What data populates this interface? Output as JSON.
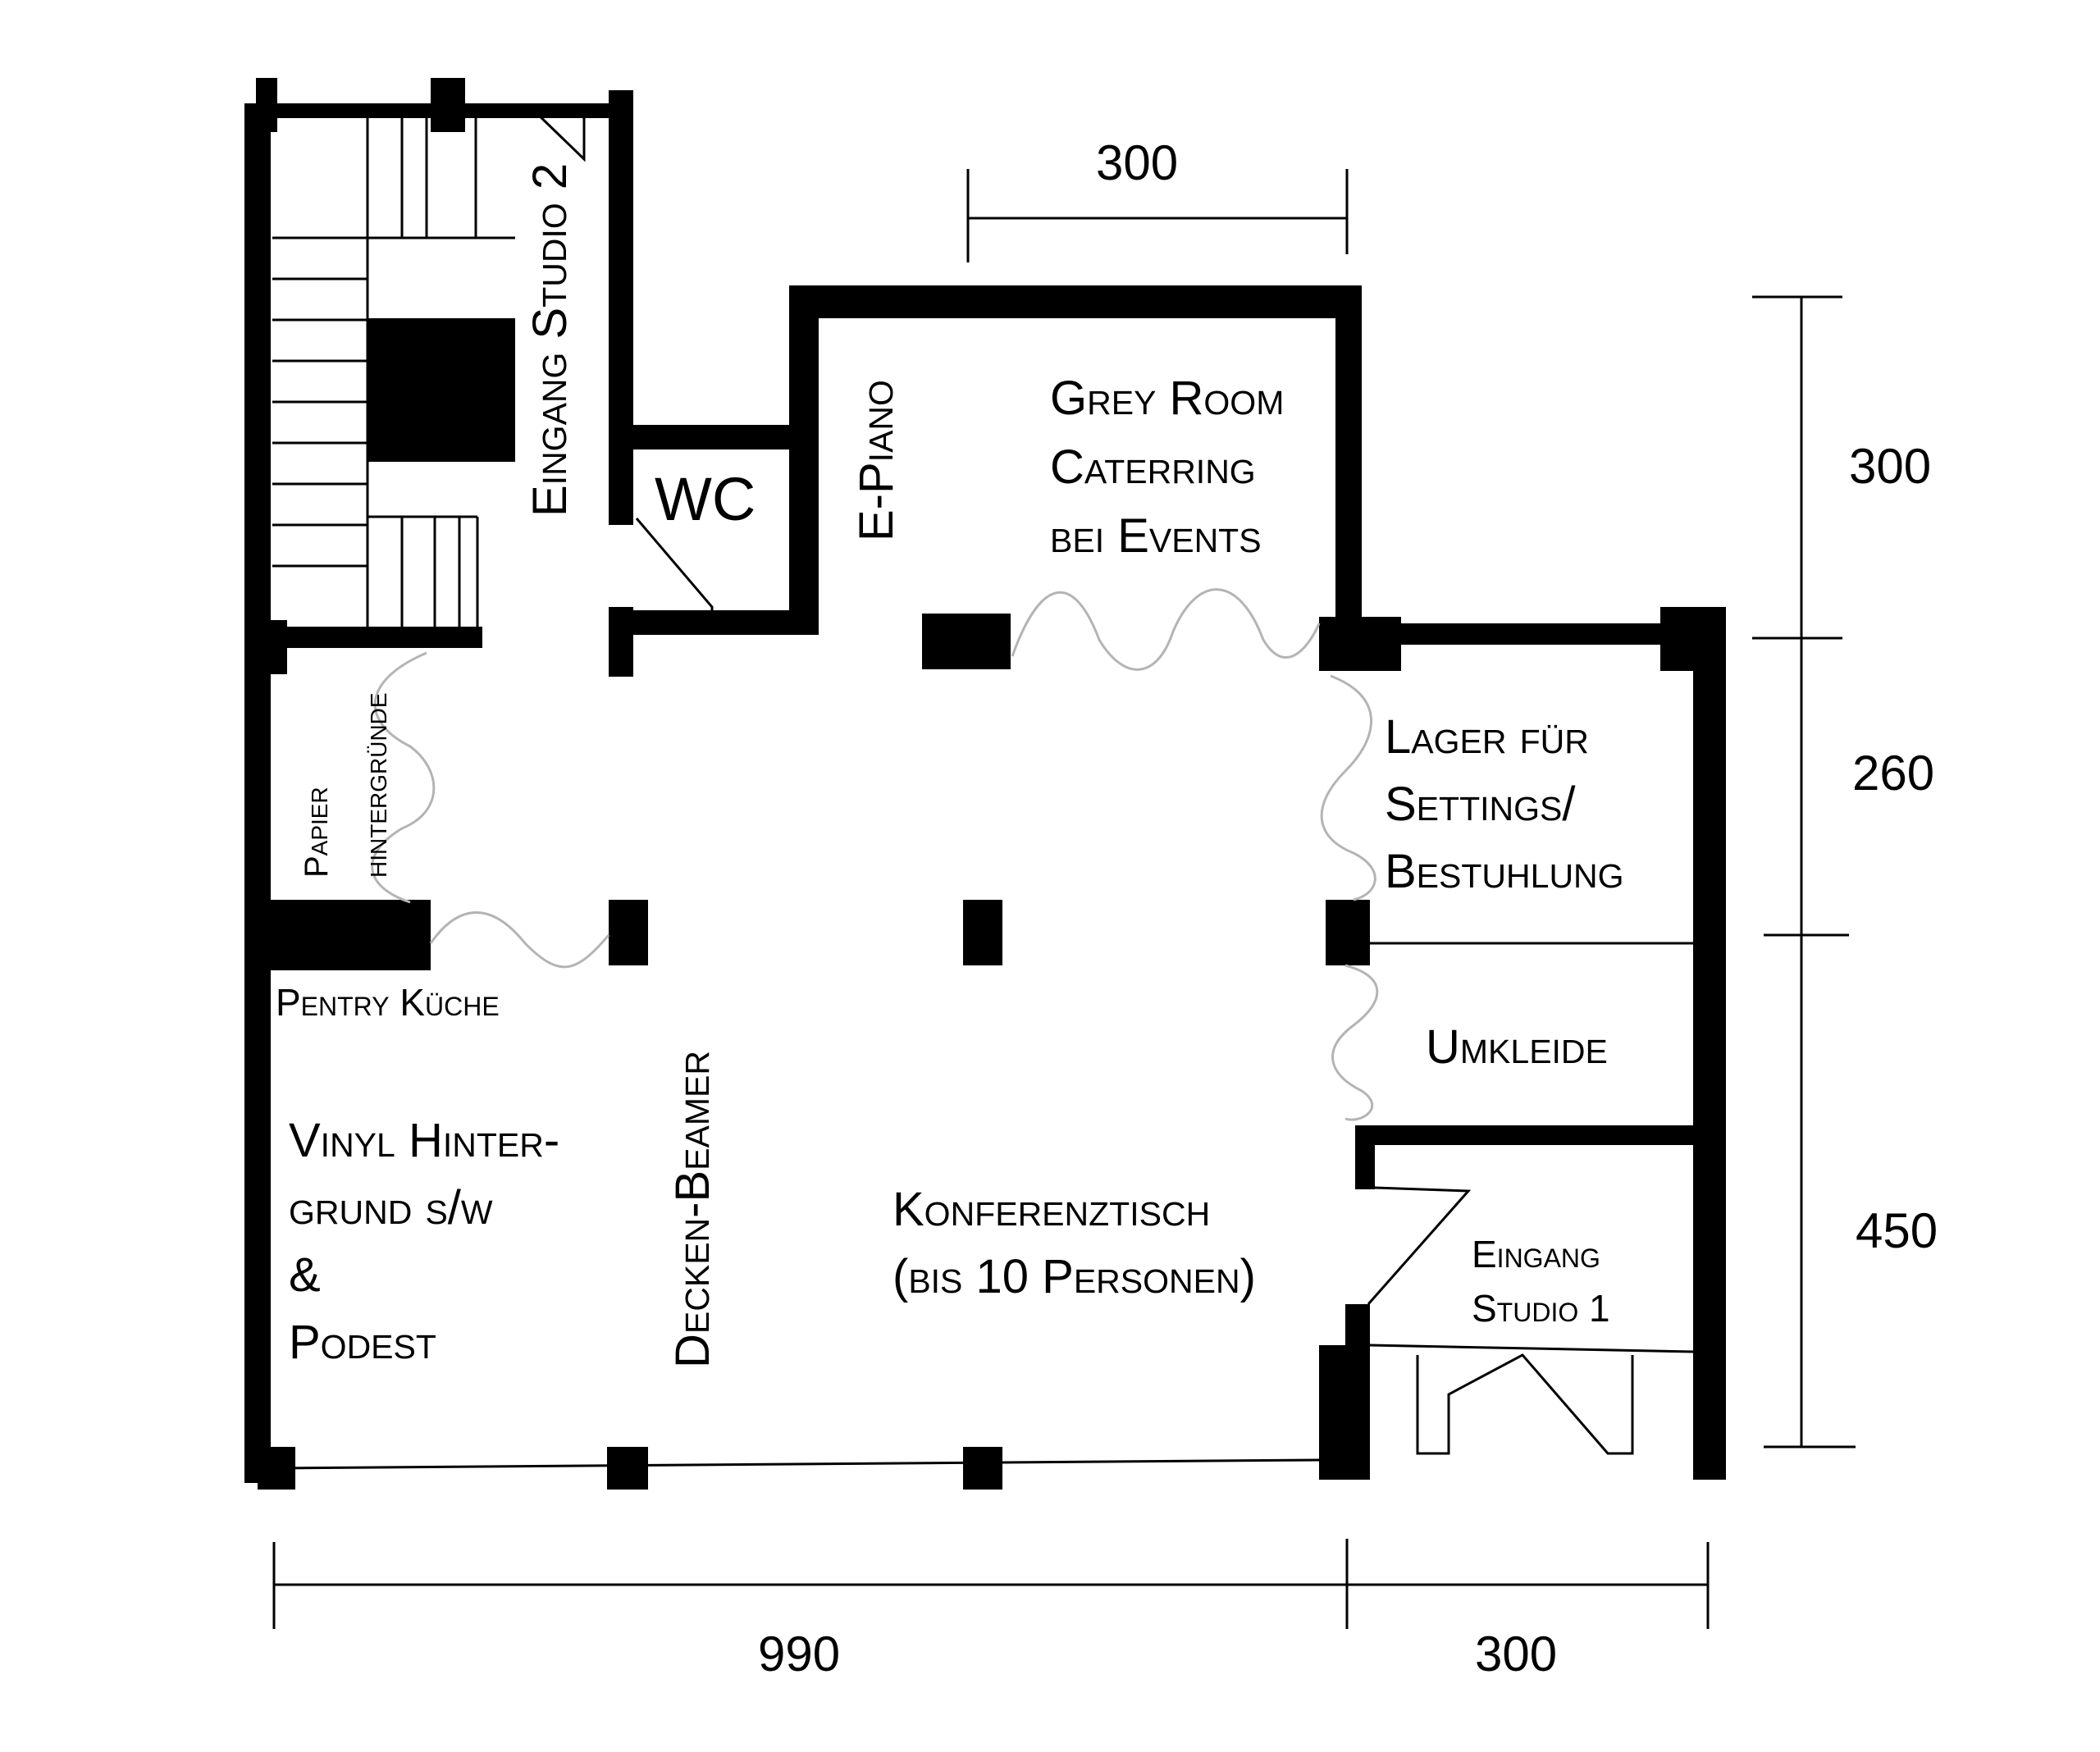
{
  "rooms": {
    "grey_room": [
      "Grey Room",
      "Caterring",
      "bei Events"
    ],
    "wc": "WC",
    "e_piano": "E-Piano",
    "eingang_studio_2": "Eingang Studio 2",
    "papier_hintergruende": [
      "Papier",
      "hintergründe"
    ],
    "pentry_kueche": "Pentry Küche",
    "vinyl": [
      "Vinyl Hinter-",
      "grund s/w",
      "&",
      "Podest"
    ],
    "decken_beamer": "Decken-Beamer",
    "konferenztisch": [
      "Konferenztisch",
      "(bis 10 Personen)"
    ],
    "lager": [
      "Lager für",
      "Settings/",
      "Bestuhlung"
    ],
    "umkleide": "Umkleide",
    "eingang_studio_1": [
      "Eingang",
      "Studio 1"
    ]
  },
  "dimensions": {
    "top_width": "300",
    "right_upper": "300",
    "right_middle": "260",
    "right_lower": "450",
    "bottom_main": "990",
    "bottom_right": "300"
  },
  "colors": {
    "wall": "#000000",
    "curtain": "#b4b4b4",
    "background": "#ffffff"
  }
}
